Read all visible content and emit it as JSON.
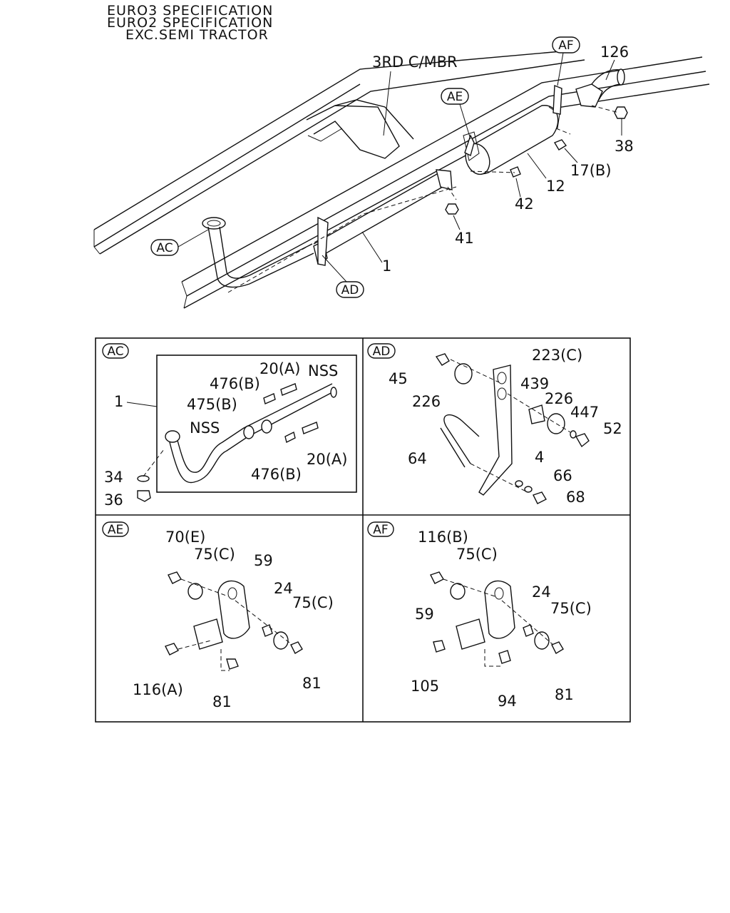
{
  "header": {
    "line1": "EURO3 SPECIFICATION",
    "line2": "EURO2 SPECIFICATION",
    "line3": "EXC.SEMI TRACTOR"
  },
  "main_view": {
    "crossmember_label": "3RD C/MBR",
    "callouts": [
      "AC",
      "AD",
      "AE",
      "AF"
    ],
    "part_numbers": {
      "p126": "126",
      "p38": "38",
      "p17b": "17(B)",
      "p12": "12",
      "p42": "42",
      "p41": "41",
      "p1": "1"
    }
  },
  "panels": {
    "ac": {
      "tag": "AC",
      "labels": {
        "p1": "1",
        "p20a_top": "20(A)",
        "nss_top": "NSS",
        "p476b_top": "476(B)",
        "p475b": "475(B)",
        "nss_left": "NSS",
        "p34": "34",
        "p36": "36",
        "p476b_bottom": "476(B)",
        "p20a_bottom": "20(A)"
      }
    },
    "ad": {
      "tag": "AD",
      "labels": {
        "p45": "45",
        "p223c": "223(C)",
        "p226_left": "226",
        "p439": "439",
        "p226_right": "226",
        "p447": "447",
        "p52": "52",
        "p64": "64",
        "p4": "4",
        "p66": "66",
        "p68": "68"
      }
    },
    "ae": {
      "tag": "AE",
      "labels": {
        "p70e": "70(E)",
        "p75c_top": "75(C)",
        "p59": "59",
        "p24": "24",
        "p75c_right": "75(C)",
        "p116a": "116(A)",
        "p81_bottom": "81",
        "p81_right": "81"
      }
    },
    "af": {
      "tag": "AF",
      "labels": {
        "p116b": "116(B)",
        "p75c_top": "75(C)",
        "p24": "24",
        "p75c_right": "75(C)",
        "p59": "59",
        "p105": "105",
        "p94": "94",
        "p81": "81"
      }
    }
  }
}
